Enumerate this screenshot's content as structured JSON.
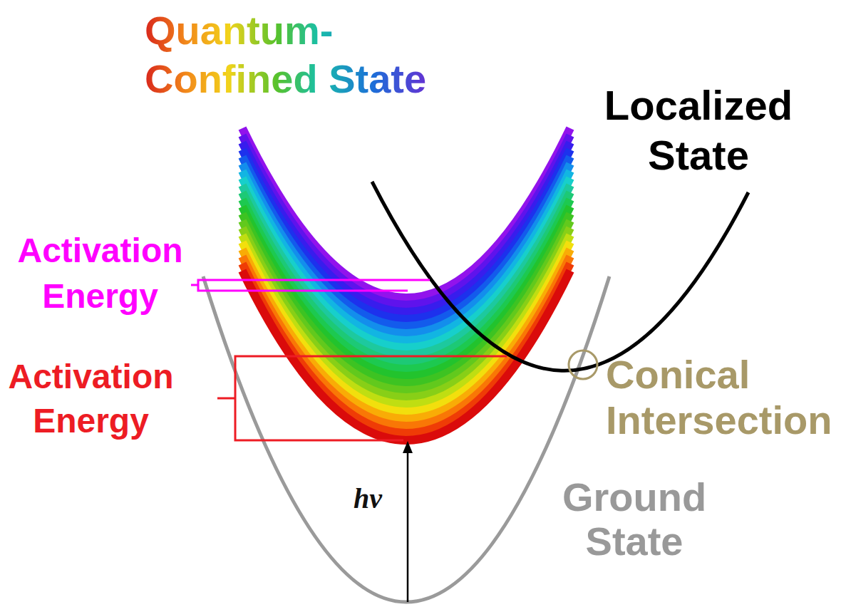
{
  "diagram": {
    "labels": [
      "Quantum- Confined State",
      "Localized State",
      "Activation Energy",
      "Activation Energy",
      "Conical Intersection",
      "Ground State",
      "hv"
    ]
  }
}
